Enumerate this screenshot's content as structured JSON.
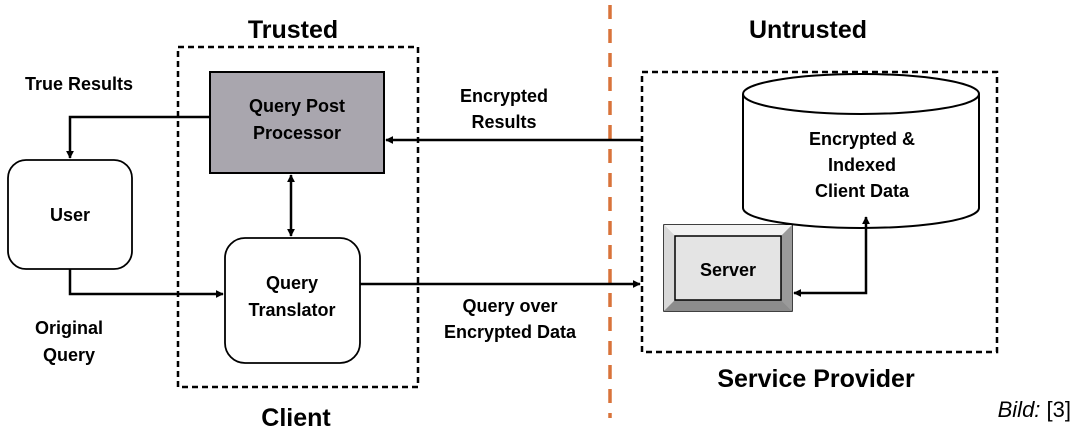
{
  "sections": {
    "trusted": "Trusted",
    "untrusted": "Untrusted",
    "client": "Client",
    "service_provider": "Service Provider"
  },
  "nodes": {
    "query_post_processor": [
      "Query Post",
      "Processor"
    ],
    "user": "User",
    "query_translator": [
      "Query",
      "Translator"
    ],
    "database": [
      "Encrypted &",
      "Indexed",
      "Client Data"
    ],
    "server": "Server"
  },
  "edges": {
    "true_results": "True Results",
    "encrypted_results": [
      "Encrypted",
      "Results"
    ],
    "original_query": [
      "Original",
      "Query"
    ],
    "query_over_encrypted": [
      "Query over",
      "Encrypted Data"
    ]
  },
  "caption": {
    "prefix": "Bild:",
    "ref": " [3]"
  },
  "colors": {
    "post_processor_fill": "#A9A6AE",
    "divider": "#D9733A",
    "server_face": "#E4E4E4",
    "server_bevel": "#BDBDBD"
  }
}
